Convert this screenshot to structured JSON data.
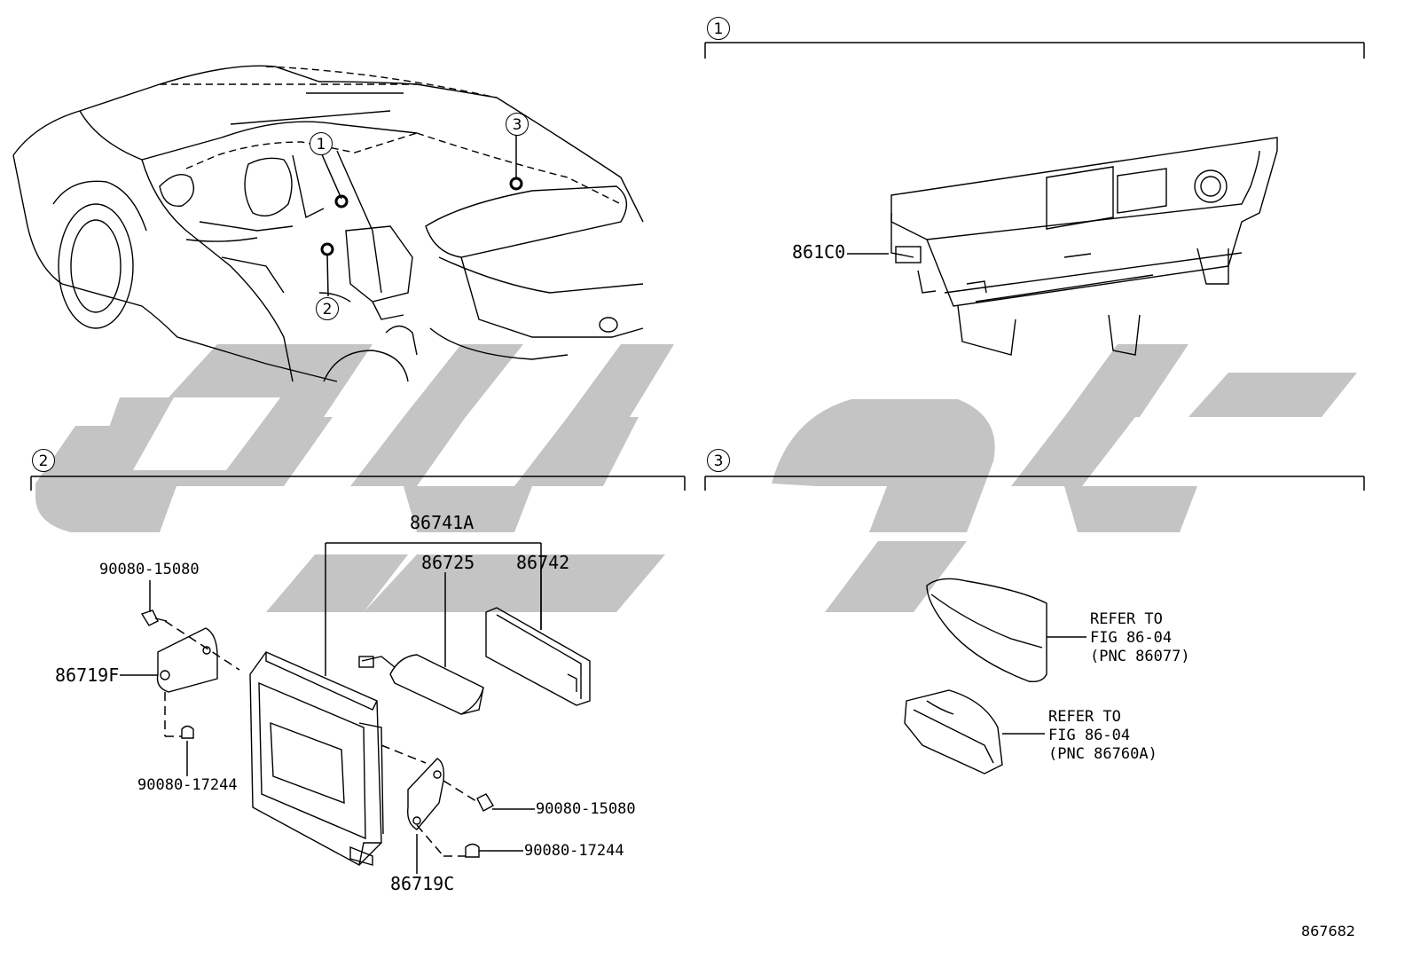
{
  "callouts": {
    "c1": "1",
    "c2": "2",
    "c3": "3"
  },
  "sections": {
    "s1": {
      "marker": "1"
    },
    "s2": {
      "marker": "2"
    },
    "s3": {
      "marker": "3"
    }
  },
  "parts": {
    "p861c0": "861C0",
    "p86741a": "86741A",
    "p86725": "86725",
    "p86742": "86742",
    "p90080_15080_a": "90080-15080",
    "p86719f": "86719F",
    "p90080_17244_a": "90080-17244",
    "p90080_15080_b": "90080-15080",
    "p90080_17244_b": "90080-17244",
    "p86719c": "86719C"
  },
  "references": {
    "r1": {
      "line1": "REFER TO",
      "line2": "FIG 86-04",
      "line3": "(PNC 86077)"
    },
    "r2": {
      "line1": "REFER TO",
      "line2": "FIG 86-04",
      "line3": "(PNC 86760A)"
    }
  },
  "figure_number": "867682",
  "colors": {
    "ink": "#000000",
    "watermark": "#c4c4c4",
    "background": "#ffffff"
  }
}
